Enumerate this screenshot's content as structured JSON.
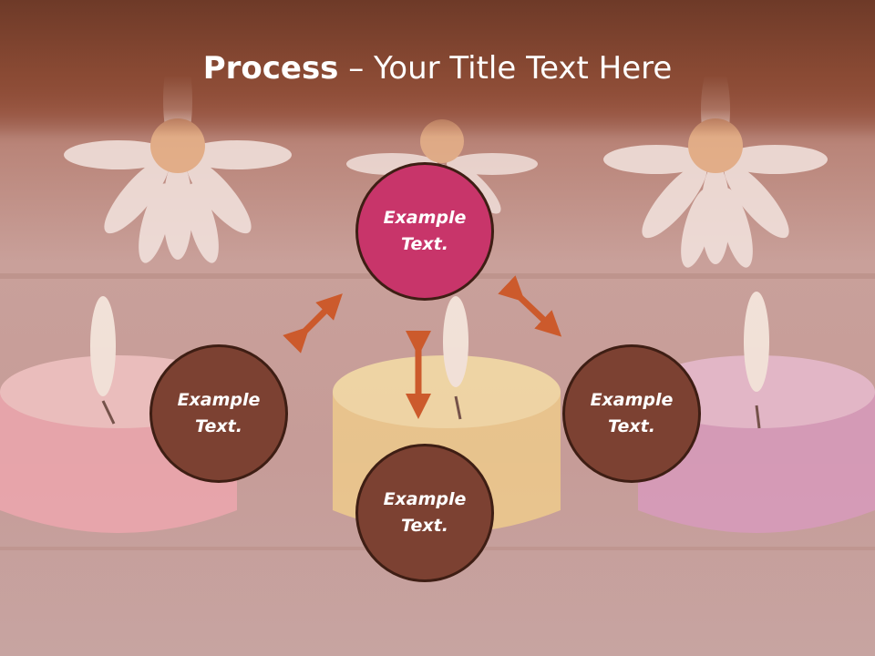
{
  "slide": {
    "title_bold": "Process",
    "title_rest": " – Your Title Text Here",
    "nodes": {
      "top": "Example Text.",
      "left": "Example Text.",
      "bottom": "Example Text.",
      "right": "Example Text."
    }
  },
  "colors": {
    "top_node": "#c8356a",
    "node": "#7c4132",
    "node_border": "#3e1e14",
    "arrow": "#cc5a2c",
    "title_band": "#7a4132"
  }
}
